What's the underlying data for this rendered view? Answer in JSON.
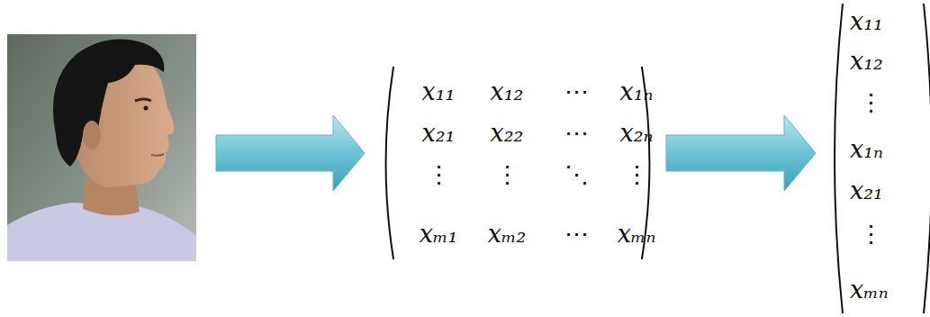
{
  "diagram": {
    "nodes": [
      {
        "text": [
          "x₁₁",
          "x₁₂",
          "⋯",
          "x₁ₙ",
          "x₂₁",
          "x₂₂",
          "⋯",
          "x₂ₙ",
          "⋮",
          "⋮",
          "⋱",
          "⋮",
          "xₘ₁",
          "xₘ₂",
          "⋯",
          "xₘₙ"
        ]
      },
      {
        "text": [
          "x₁₁",
          "x₁₂",
          "⋮",
          "x₁ₙ",
          "x₂₁",
          "⋮",
          "xₘₙ"
        ]
      }
    ],
    "edges": [
      {
        "from": 0,
        "to": 1,
        "arrow": "to"
      }
    ]
  }
}
